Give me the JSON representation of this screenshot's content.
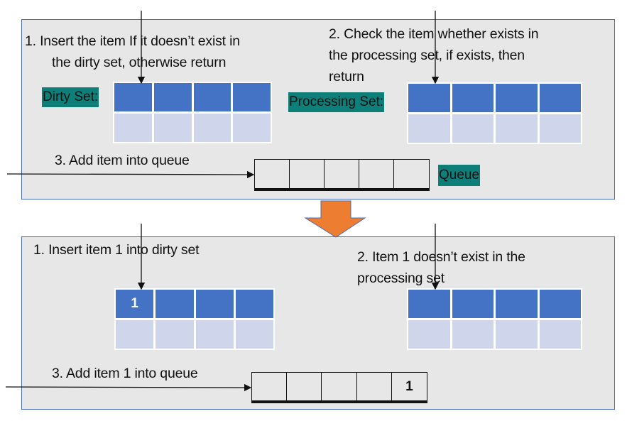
{
  "before": {
    "step1_line1": "1.   Insert the item If it doesn’t exist in",
    "step1_line2": "the dirty set, otherwise return",
    "step2_line1": "2. Check the item whether exists in",
    "step2_line2": "the processing set, if exists, then",
    "step2_line3": "return",
    "step3": "3. Add item into queue",
    "dirty_label": "Dirty Set:",
    "processing_label": "Processing Set:",
    "queue_label": "Queue",
    "dirty_cells": [
      "",
      "",
      "",
      ""
    ],
    "processing_cells": [
      "",
      "",
      "",
      ""
    ],
    "queue_cells": [
      "",
      "",
      "",
      "",
      ""
    ]
  },
  "after": {
    "step1": "1.   Insert item 1 into dirty set",
    "step2_line1": "2. Item 1 doesn’t exist in the",
    "step2_line2": "processing set",
    "step3": "3. Add item 1 into queue",
    "dirty_cells": [
      "1",
      "",
      "",
      ""
    ],
    "processing_cells": [
      "",
      "",
      "",
      ""
    ],
    "queue_cells": [
      "",
      "",
      "",
      "",
      "1"
    ]
  },
  "colors": {
    "panel": "#e7e7e7",
    "border": "#4a6cb3",
    "cell_dark": "#4472c4",
    "cell_light": "#cfd5ea",
    "label": "#0e7e78",
    "arrow": "#ed7d31"
  }
}
